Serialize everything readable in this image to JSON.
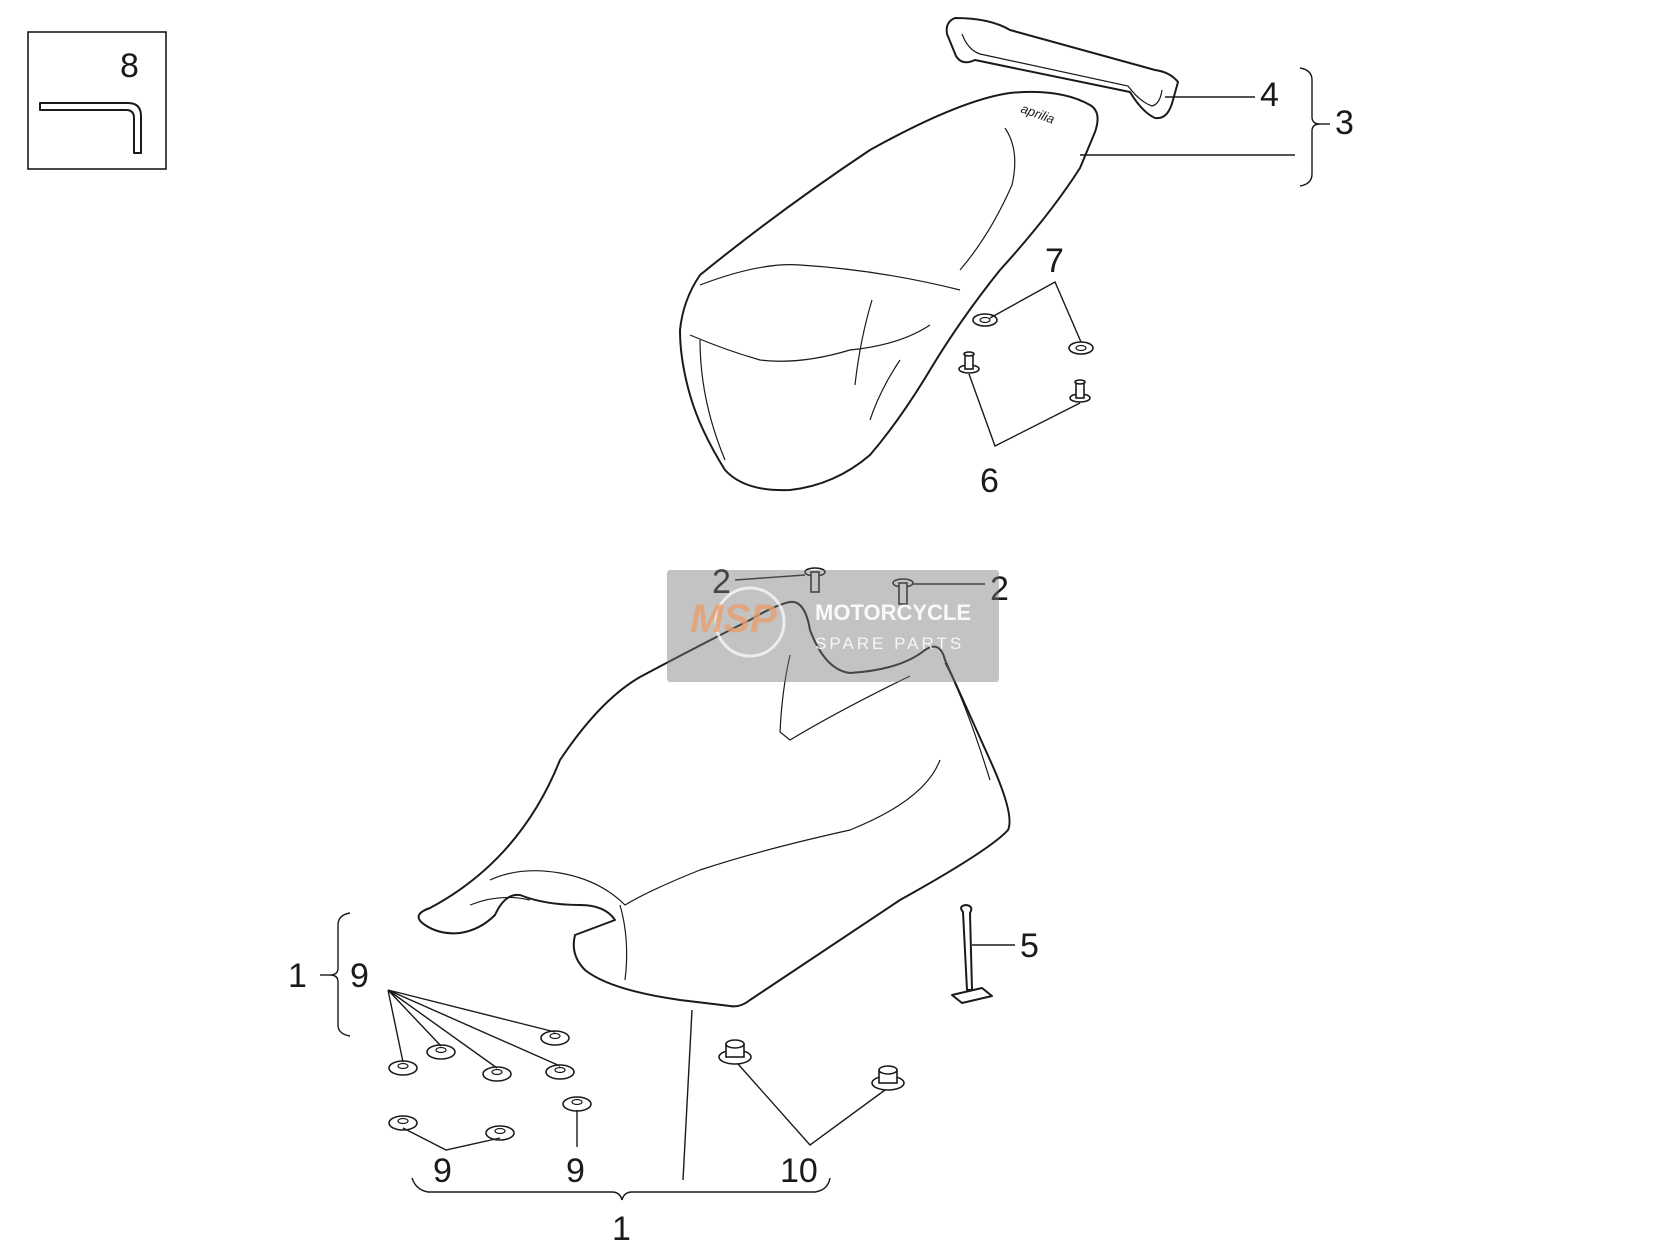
{
  "callouts": {
    "c1_left": "1",
    "c1_bottom": "1",
    "c2_left": "2",
    "c2_right": "2",
    "c3": "3",
    "c4": "4",
    "c5": "5",
    "c6": "6",
    "c7": "7",
    "c8": "8",
    "c9_top": "9",
    "c9_bl": "9",
    "c9_bc": "9",
    "c10": "10"
  },
  "watermark": {
    "logo": "MSP",
    "title": "MOTORCYCLE",
    "subtitle": "SPARE PARTS"
  },
  "seat_logo": "aprilia",
  "colors": {
    "line": "#1a1a1a",
    "watermark_box": "#7a7a7a",
    "watermark_logo": "#e8a070"
  }
}
